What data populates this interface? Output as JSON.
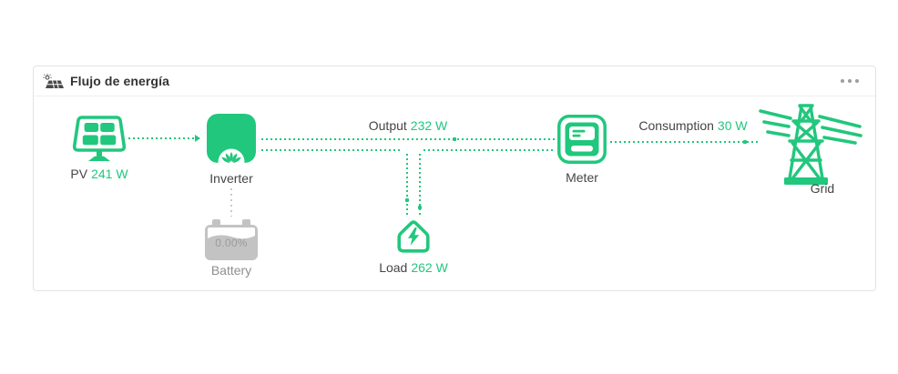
{
  "card": {
    "title": "Flujo de energía",
    "menu_icon": "more-horizontal-icon",
    "header_icon": "solar-panel-sun-icon"
  },
  "nodes": {
    "pv": {
      "label": "PV",
      "value": "241 W"
    },
    "inverter": {
      "label": "Inverter"
    },
    "battery": {
      "label": "Battery",
      "soc": "0.00%"
    },
    "load": {
      "label": "Load",
      "value": "262 W"
    },
    "meter": {
      "label": "Meter"
    },
    "grid": {
      "label": "Grid"
    }
  },
  "flows": {
    "output": {
      "label": "Output",
      "value": "232 W"
    },
    "consumption": {
      "label": "Consumption",
      "value": "30 W"
    }
  },
  "colors": {
    "accent": "#22c77e",
    "inactive_gray": "#c3c3c3",
    "text": "#454545"
  }
}
